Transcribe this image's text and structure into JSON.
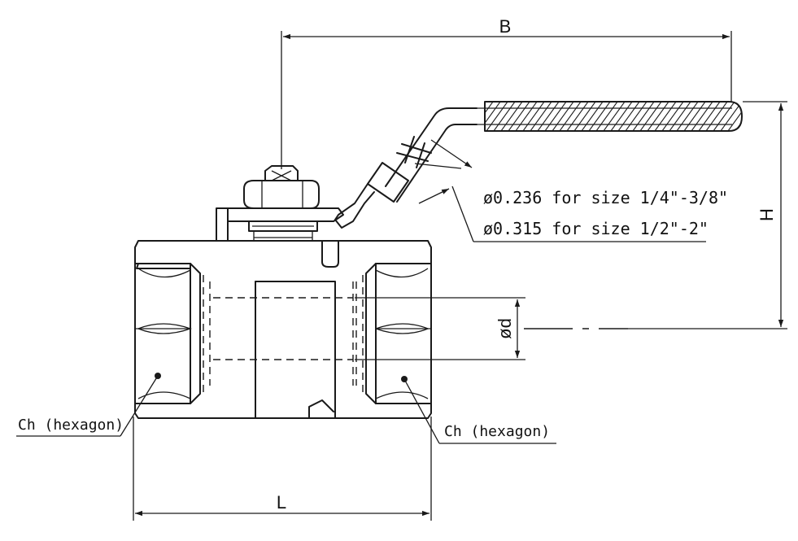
{
  "drawing": {
    "dimensions": {
      "lever_length": "B",
      "height": "H",
      "body_length": "L",
      "bore": "ød"
    },
    "notes": {
      "lever_diameter_line1": "ø0.236 for size 1/4\"-3/8\"",
      "lever_diameter_line2": "ø0.315 for size 1/2\"-2\""
    },
    "callouts": {
      "hexagon_left": "Ch (hexagon)",
      "hexagon_right": "Ch (hexagon)"
    }
  }
}
